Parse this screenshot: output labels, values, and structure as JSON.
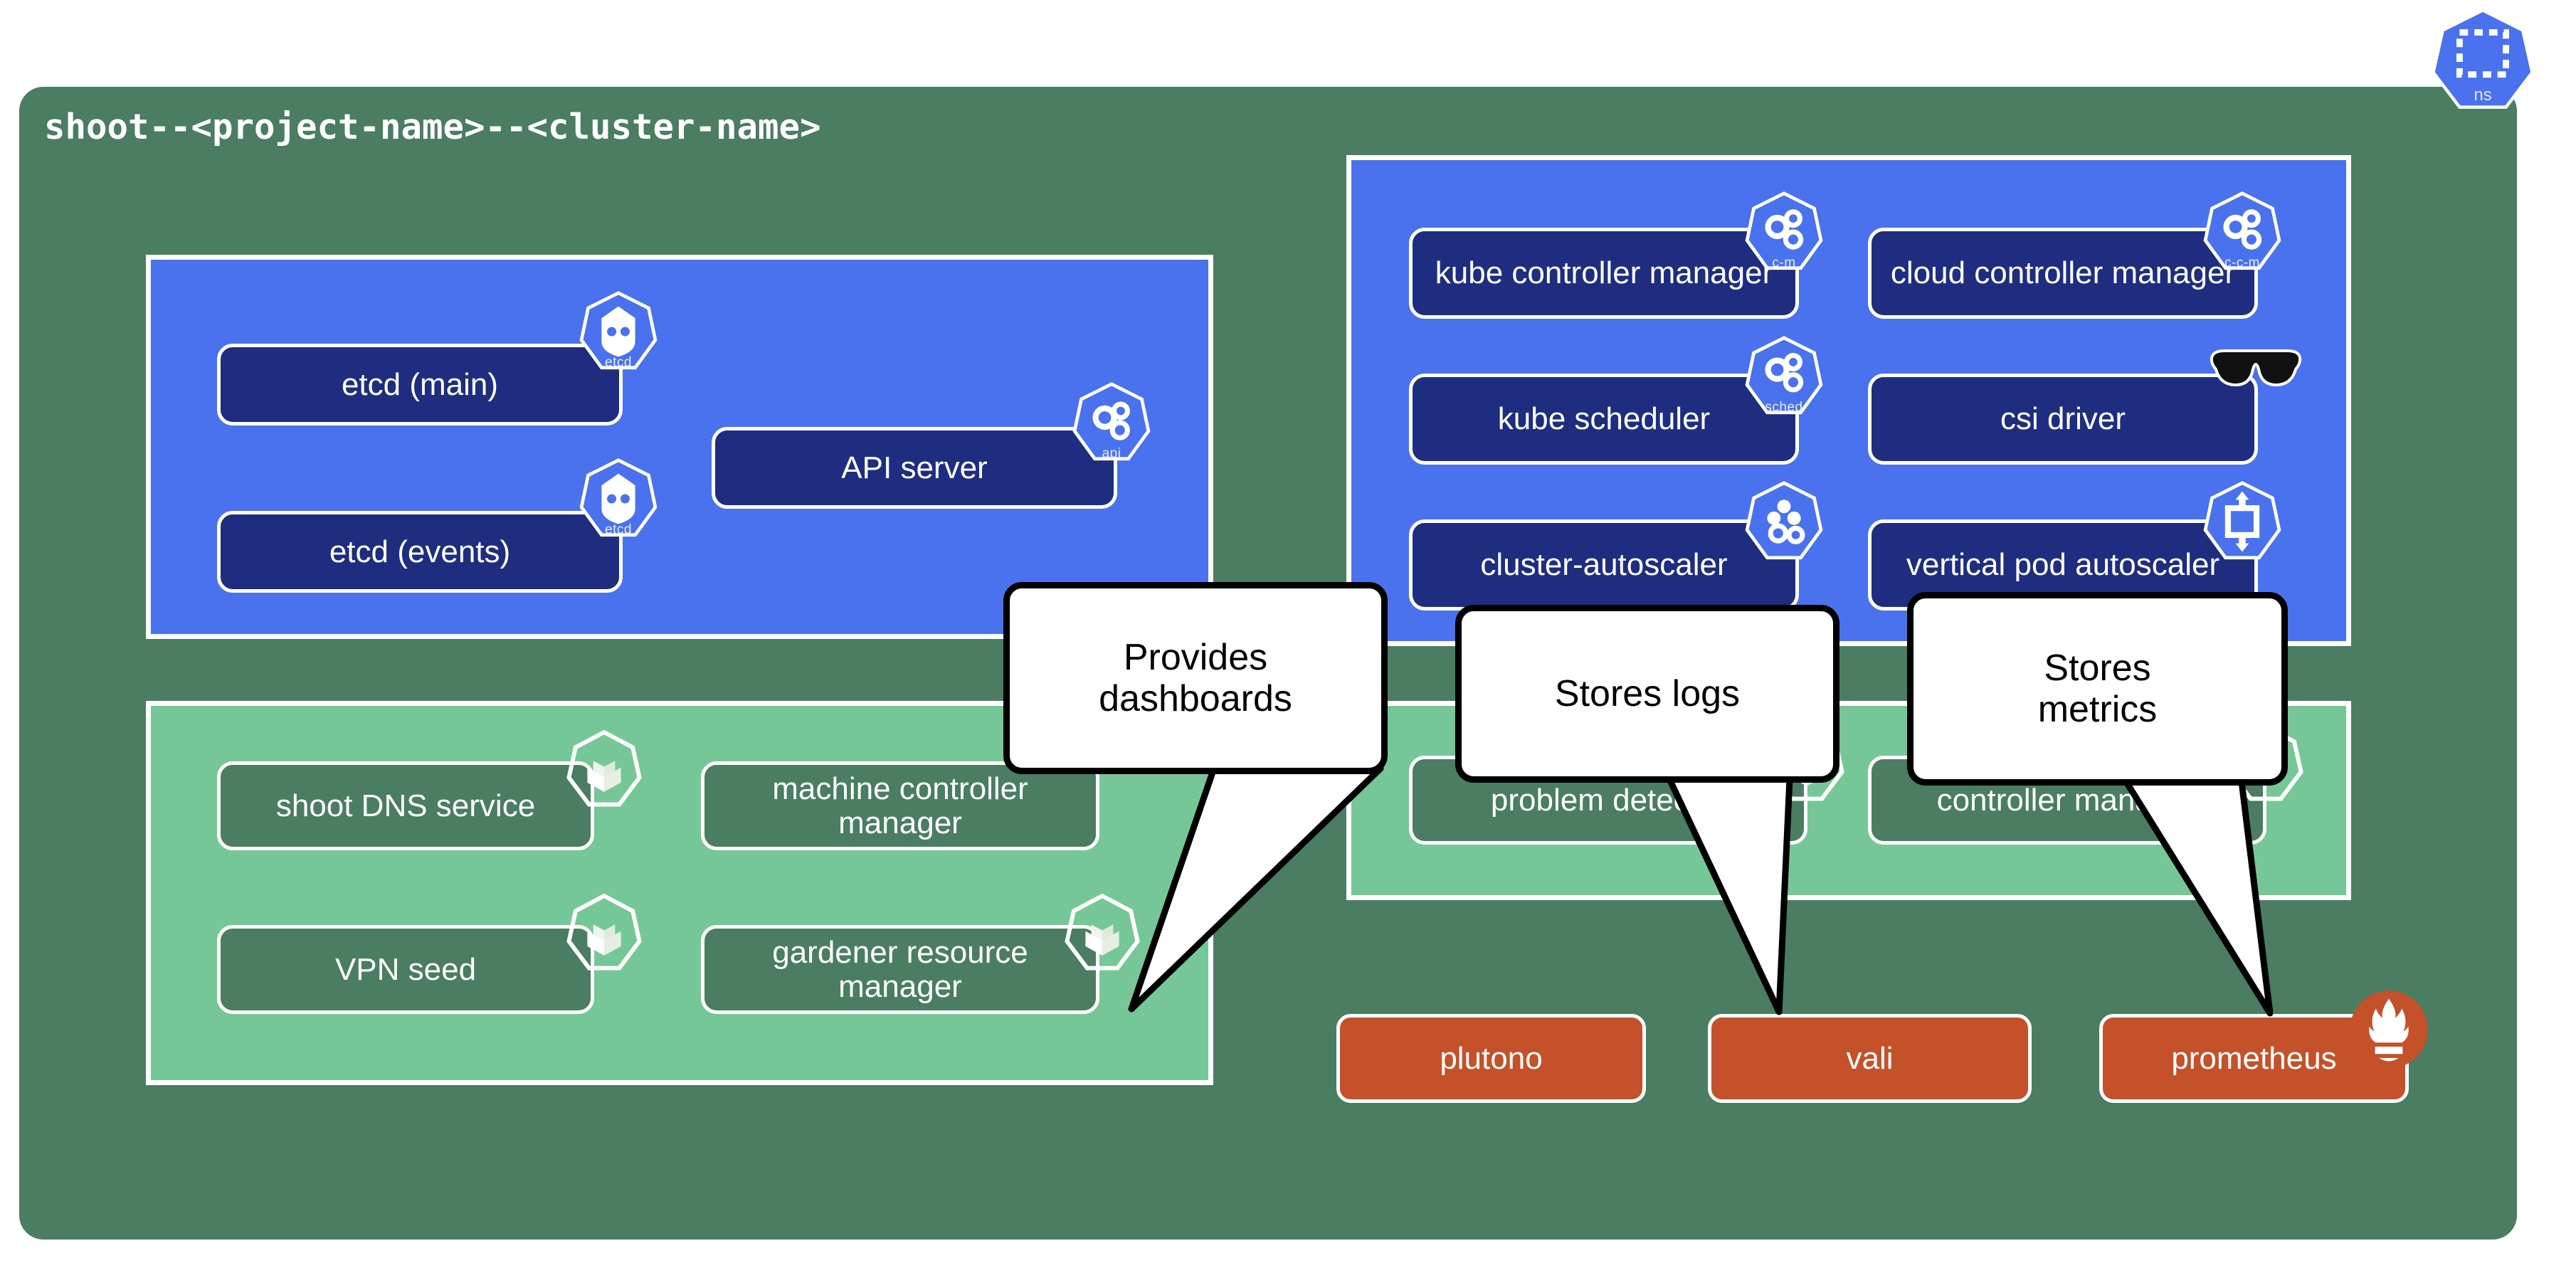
{
  "diagram": {
    "title": "shoot--<project-name>--<cluster-name>",
    "ns_badge": {
      "label": "ns",
      "icon": "kubernetes-namespace-icon"
    },
    "colors": {
      "namespace_bg": "#4a7d62",
      "control_plane_panel": "#4a72ee",
      "control_plane_box": "#1f2d80",
      "extension_panel": "#76c797",
      "extension_box": "#4a7d62",
      "observability_box": "#c4512a",
      "callout_bg": "#ffffff",
      "callout_border": "#000000",
      "border": "#ffffff"
    }
  },
  "groups": {
    "control_plane_left": {
      "name": "control-plane-core",
      "boxes": [
        {
          "label": "etcd (main)",
          "icon": "kubernetes-etcd-icon",
          "icon_label": "etcd"
        },
        {
          "label": "etcd (events)",
          "icon": "kubernetes-etcd-icon",
          "icon_label": "etcd"
        },
        {
          "label": "API server",
          "icon": "kubernetes-api-icon",
          "icon_label": "api"
        }
      ]
    },
    "control_plane_right": {
      "name": "control-plane-controllers",
      "boxes": [
        {
          "label": "kube controller manager",
          "icon": "kubernetes-controller-manager-icon",
          "icon_label": "c-m"
        },
        {
          "label": "cloud controller manager",
          "icon": "kubernetes-cloud-controller-manager-icon",
          "icon_label": "c-c-m"
        },
        {
          "label": "kube scheduler",
          "icon": "kubernetes-scheduler-icon",
          "icon_label": "sched"
        },
        {
          "label": "csi driver",
          "icon": "sunglasses-icon",
          "icon_label": ""
        },
        {
          "label": "cluster-autoscaler",
          "icon": "kubernetes-autoscaler-icon",
          "icon_label": ""
        },
        {
          "label": "vertical pod autoscaler",
          "icon": "kubernetes-vpa-icon",
          "icon_label": ""
        }
      ]
    },
    "extensions_left": {
      "name": "gardener-extensions-left",
      "boxes": [
        {
          "label": "shoot DNS service",
          "icon": "gardener-icon"
        },
        {
          "label": "machine controller manager",
          "icon": "gardener-icon"
        },
        {
          "label": "VPN seed",
          "icon": "gardener-icon"
        },
        {
          "label": "gardener resource manager",
          "icon": "gardener-icon"
        }
      ]
    },
    "extensions_right": {
      "name": "gardener-extensions-right",
      "boxes": [
        {
          "label": "problem detector",
          "icon": "gardener-icon"
        },
        {
          "label": "controller manager",
          "icon": "gardener-icon"
        }
      ]
    }
  },
  "observability": {
    "items": [
      {
        "label": "plutono",
        "callout": "Provides dashboards",
        "icon": ""
      },
      {
        "label": "vali",
        "callout": "Stores logs",
        "icon": ""
      },
      {
        "label": "prometheus",
        "callout": "Stores metrics",
        "icon": "prometheus-icon"
      }
    ]
  },
  "callouts": {
    "plutono": {
      "line1": "Provides",
      "line2": "dashboards"
    },
    "vali": {
      "line1": "Stores logs",
      "line2": ""
    },
    "prometheus": {
      "line1": "Stores",
      "line2": "metrics"
    }
  }
}
